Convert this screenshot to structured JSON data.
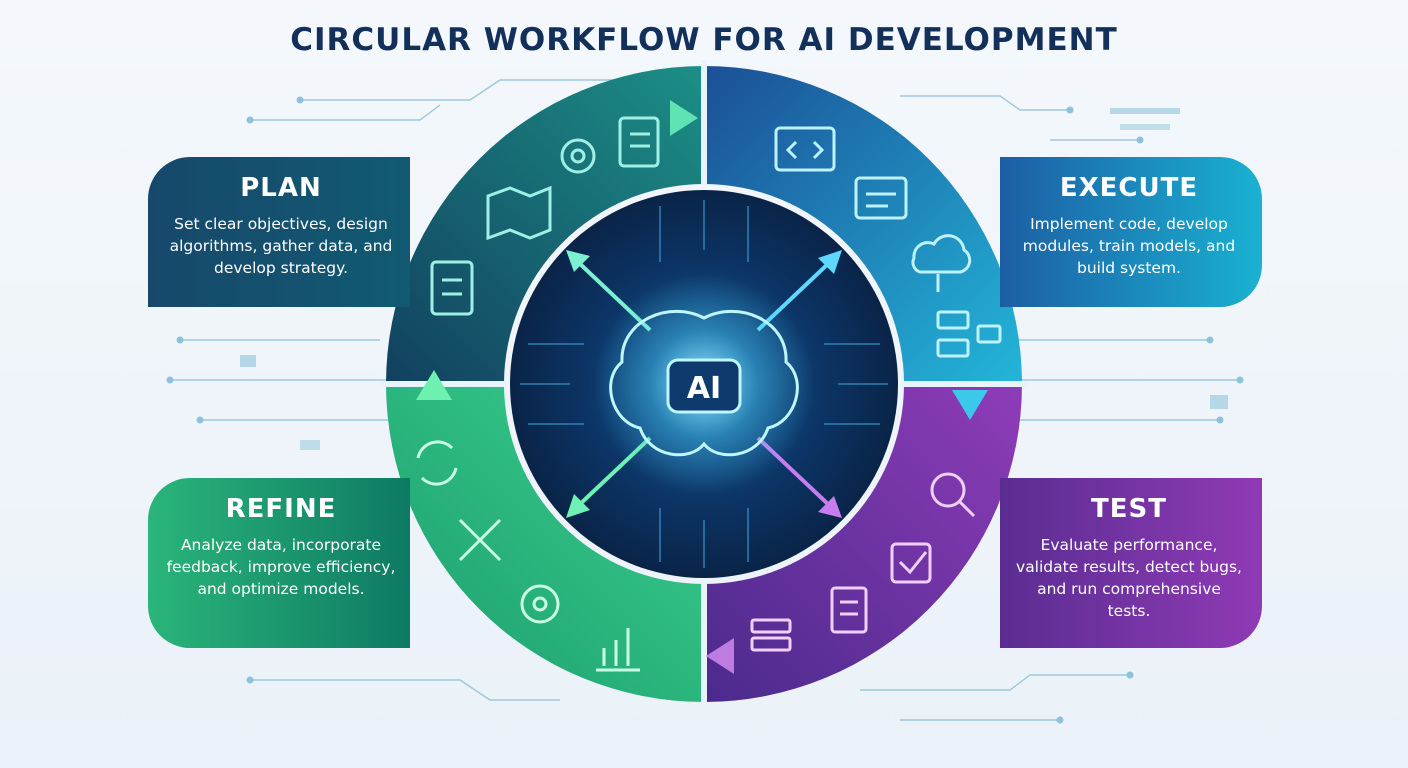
{
  "title": "CIRCULAR WORKFLOW FOR AI DEVELOPMENT",
  "center_label": "AI",
  "stages": {
    "plan": {
      "label": "PLAN",
      "description": "Set clear objectives, design algorithms, gather data, and develop strategy."
    },
    "execute": {
      "label": "EXECUTE",
      "description": "Implement code, develop modules, train models, and build system."
    },
    "test": {
      "label": "TEST",
      "description": "Evaluate performance, validate results, detect bugs, and run comprehensive tests."
    },
    "refine": {
      "label": "REFINE",
      "description": "Analyze data, incorporate feedback, improve efficiency, and optimize models."
    }
  },
  "colors": {
    "title": "#12305a",
    "plan": "#144a6b",
    "execute": "#1a78c2",
    "test": "#7a34ad",
    "refine": "#22a672",
    "core": "#0a2a52",
    "glow": "#5fe3ff"
  },
  "icons": {
    "plan": [
      "gear-icon",
      "checklist-icon",
      "map-icon",
      "clipboard-icon"
    ],
    "execute": [
      "code-window-icon",
      "document-window-icon",
      "cloud-database-icon",
      "flowchart-icon"
    ],
    "test": [
      "magnifier-icon",
      "checkbox-icon",
      "report-icon",
      "server-icon"
    ],
    "refine": [
      "cycle-icon",
      "wrench-icon",
      "target-icon",
      "bar-chart-icon"
    ],
    "center": [
      "brain-icon"
    ]
  }
}
